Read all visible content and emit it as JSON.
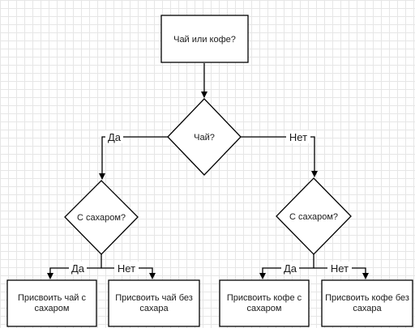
{
  "nodes": {
    "start": {
      "label": "Чай или кофе?"
    },
    "tea_q": {
      "label": "Чай?"
    },
    "sugar_left": {
      "label": "С сахаром?"
    },
    "sugar_right": {
      "label": "С сахаром?"
    },
    "tea_sugar": {
      "line1": "Присвоить чай с",
      "line2": "сахаром"
    },
    "tea_nosugar": {
      "line1": "Присвоить чай без",
      "line2": "сахара"
    },
    "coffee_sugar": {
      "line1": "Присвоить кофе с",
      "line2": "сахаром"
    },
    "coffee_nosugar": {
      "line1": "Присвоить кофе без",
      "line2": "сахара"
    }
  },
  "edges": {
    "yes": "Да",
    "no": "Нет"
  }
}
